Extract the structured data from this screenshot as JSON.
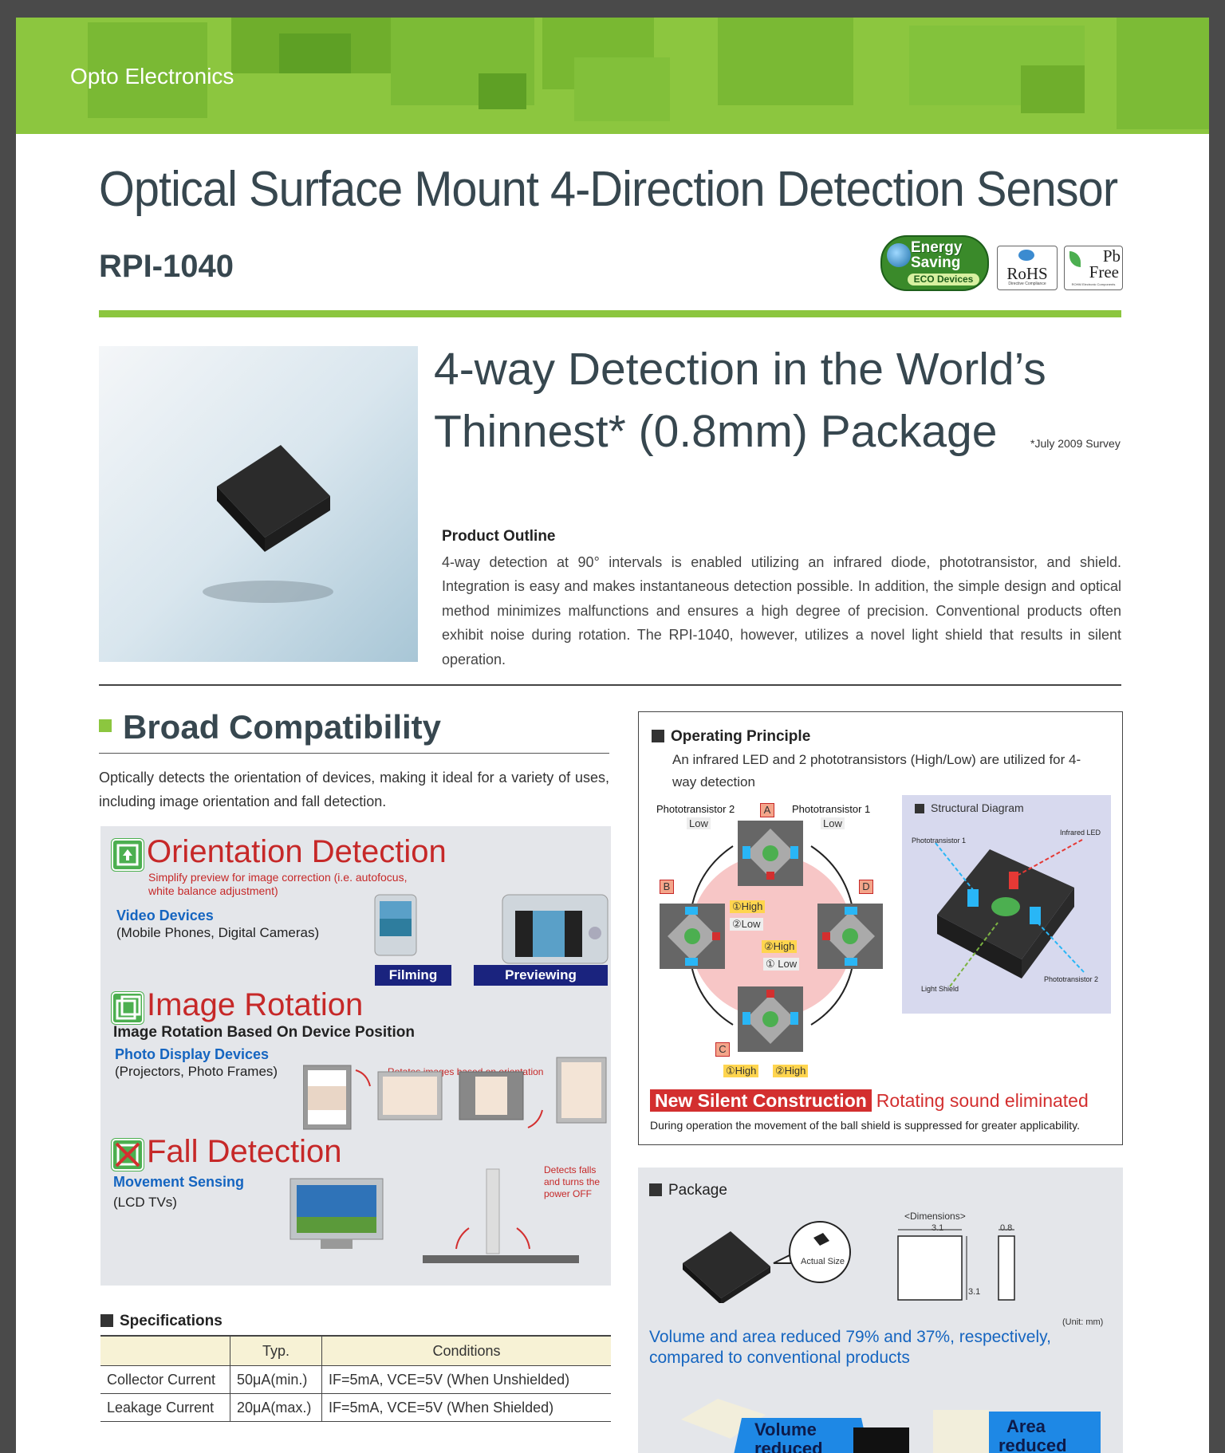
{
  "banner": {
    "label": "Opto Electronics"
  },
  "title": "Optical Surface Mount 4-Direction Detection Sensor",
  "model": "RPI-1040",
  "badges": {
    "eco_line1": "Energy",
    "eco_line2": "Saving",
    "eco_line3": "ECO Devices",
    "rohs": "RoHS",
    "rohs_sub": "Directive Compliance",
    "pb_line1": "Pb",
    "pb_line2": "Free",
    "pb_sub": "ROHM Electronic Components"
  },
  "headline": {
    "line1": "4-way Detection in the World’s",
    "line2": "Thinnest* (0.8mm) Package",
    "survey": "*July 2009 Survey"
  },
  "outline": {
    "heading": "Product Outline",
    "text": "4-way detection at 90° intervals is enabled utilizing an infrared diode, phototransistor, and shield. Integration is easy and makes instantaneous detection possible. In addition, the simple design and optical method minimizes malfunctions and ensures a high degree of precision. Conventional products often exhibit noise during rotation. The RPI-1040, however, utilizes a novel light shield that results in silent operation."
  },
  "broad": {
    "heading": "Broad Compatibility",
    "text": "Optically detects the orientation of devices, making it ideal for a variety of uses, including image orientation and fall detection."
  },
  "orientation": {
    "heading": "Orientation Detection",
    "note": "Simplify preview for image correction (i.e. autofocus, white balance adjustment)",
    "devices": "Video Devices",
    "devices_examples": "(Mobile Phones, Digital Cameras)",
    "filming": "Filming",
    "previewing": "Previewing"
  },
  "rotation": {
    "heading": "Image Rotation",
    "subheading": "Image Rotation Based On Device Position",
    "devices": "Photo Display Devices",
    "devices_examples": "(Projectors, Photo Frames)",
    "note": "Rotates images based on orientation"
  },
  "fall": {
    "heading": "Fall Detection",
    "devices": "Movement Sensing",
    "devices_examples": "(LCD TVs)",
    "note": "Detects falls and turns the power OFF"
  },
  "specs": {
    "heading": "Specifications",
    "columns": [
      "",
      "Typ.",
      "Conditions"
    ],
    "rows": [
      [
        "Collector Current",
        "50μA(min.)",
        "IF=5mA, VCE=5V (When Unshielded)"
      ],
      [
        "Leakage Current",
        "20μA(max.)",
        "IF=5mA, VCE=5V (When Shielded)"
      ]
    ]
  },
  "operating": {
    "heading": "Operating Principle",
    "text": "An infrared LED and 2 phototransistors (High/Low) are utilized for 4-way detection",
    "pt2": "Phototransistor 2",
    "pt1": "Phototransistor 1",
    "low": "Low",
    "letters": [
      "A",
      "B",
      "C",
      "D"
    ],
    "high1": "①High",
    "low2": "②Low",
    "high2": "②High",
    "low1": "① Low",
    "bottom_high1": "①High",
    "bottom_high2": "②High",
    "struct_heading": "Structural Diagram",
    "struct_pt1": "Phototransistor 1",
    "struct_led": "Infrared LED",
    "struct_shield": "Light Shield",
    "struct_pt2": "Phototransistor 2",
    "silent_label": "New Silent Construction",
    "silent_text": "Rotating sound eliminated",
    "note": "During operation the movement of the ball shield is suppressed for greater applicability."
  },
  "package": {
    "heading": "Package",
    "actual_size": "Actual Size",
    "dimensions": "<Dimensions>",
    "d1": "3.1",
    "d2": "3.1",
    "d3": "0.8",
    "unit": "(Unit: mm)",
    "summary": "Volume and area reduced 79% and 37%, respectively, compared to conventional products",
    "volume": "Volume",
    "area": "Area",
    "reduced": "reduced"
  },
  "colors": {
    "accent_green": "#8cc63f",
    "title_slate": "#37474f",
    "red": "#c62828",
    "blue": "#1565c0",
    "navy": "#1a237e"
  }
}
